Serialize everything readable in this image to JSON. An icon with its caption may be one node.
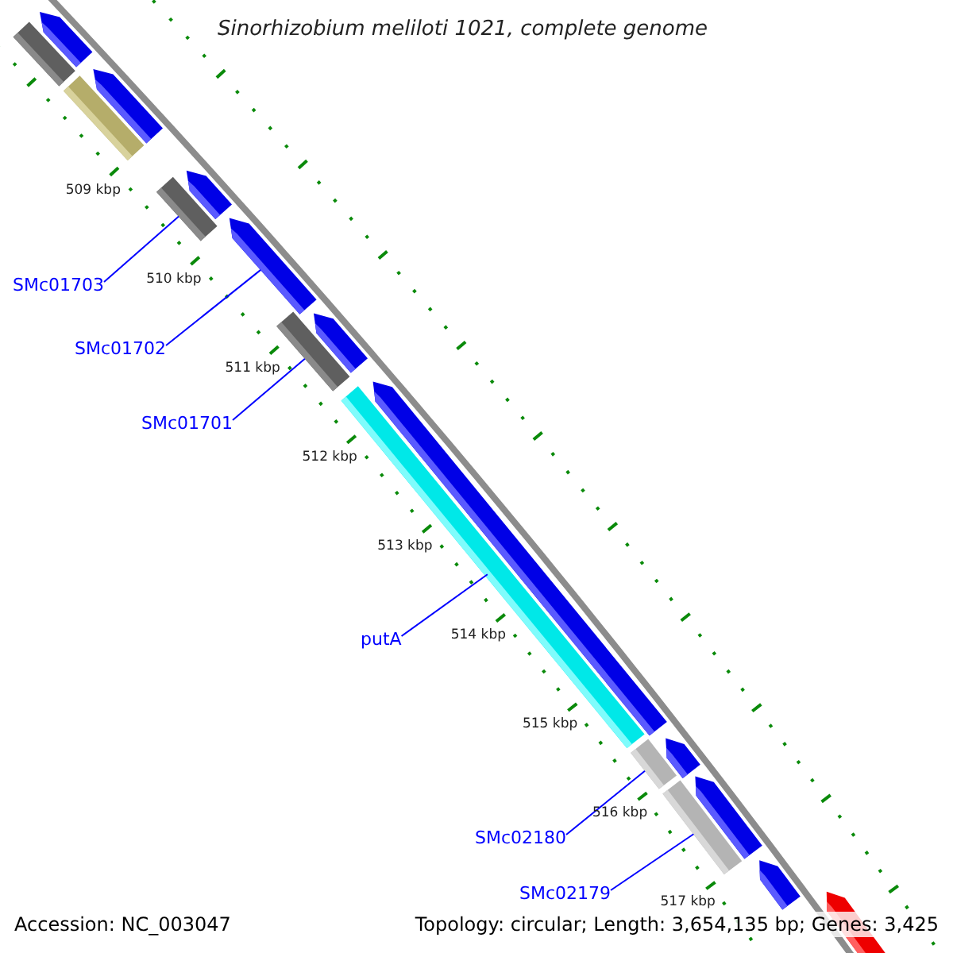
{
  "diagram": {
    "title": "Sinorhizobium meliloti 1021, complete genome",
    "nodes": [
      {
        "text": [],
        "shape": "bar"
      },
      {
        "text": [],
        "shape": "pentagon"
      },
      {
        "text": [],
        "shape": "bar"
      },
      {
        "text": [],
        "shape": "pentagon"
      },
      {
        "text": [],
        "shape": "bar"
      },
      {
        "text": [],
        "shape": "pentagon"
      },
      {
        "text": [],
        "shape": "pentagon"
      },
      {
        "text": [],
        "shape": "bar"
      },
      {
        "text": [],
        "shape": "pentagon"
      },
      {
        "text": [],
        "shape": "bar"
      },
      {
        "text": [],
        "shape": "pentagon"
      },
      {
        "text": [],
        "shape": "bar"
      },
      {
        "text": [],
        "shape": "pentagon"
      },
      {
        "text": [],
        "shape": "bar"
      },
      {
        "text": [],
        "shape": "pentagon"
      },
      {
        "text": [],
        "shape": "pentagon"
      },
      {
        "text": [],
        "shape": "pentagon"
      },
      {
        "text": [
          "SMc01703"
        ]
      },
      {
        "text": [
          "SMc01702"
        ]
      },
      {
        "text": [
          "SMc01701"
        ]
      },
      {
        "text": [
          "putA"
        ]
      },
      {
        "text": [
          "SMc02180"
        ]
      },
      {
        "text": [
          "SMc02179"
        ]
      }
    ],
    "edges": [
      {
        "from": 17,
        "to": 4,
        "arrow": "none"
      },
      {
        "from": 18,
        "to": 6,
        "arrow": "none"
      },
      {
        "from": 19,
        "to": 7,
        "arrow": "none"
      },
      {
        "from": 20,
        "to": 9,
        "arrow": "none"
      },
      {
        "from": 21,
        "to": 11,
        "arrow": "none"
      },
      {
        "from": 22,
        "to": 13,
        "arrow": "none"
      }
    ],
    "labels": [
      "509 kbp",
      "510 kbp",
      "511 kbp",
      "512 kbp",
      "513 kbp",
      "514 kbp",
      "515 kbp",
      "516 kbp",
      "517 kbp",
      "Accession: NC_003047",
      "Topology: circular; Length: 3,654,135 bp; Genes: 3,425"
    ]
  }
}
